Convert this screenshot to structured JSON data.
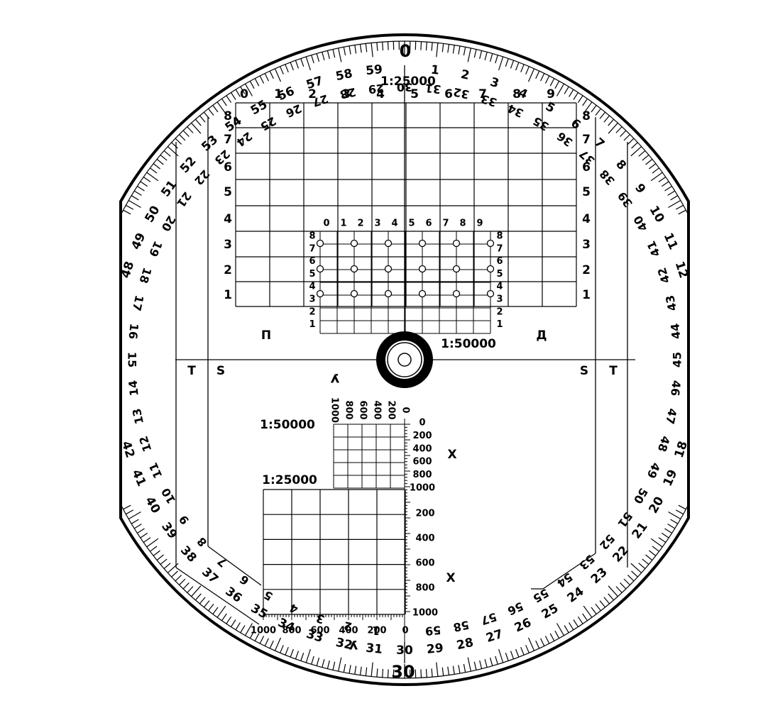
{
  "protractor": {
    "outer_ring_labels": [
      "0",
      "1",
      "2",
      "3",
      "4",
      "5",
      "6",
      "7",
      "8",
      "9",
      "10",
      "11",
      "12",
      "13",
      "14",
      "15",
      "16",
      "17",
      "18",
      "19",
      "20",
      "21",
      "22",
      "23",
      "24",
      "25",
      "26",
      "27",
      "28",
      "29",
      "30",
      "31",
      "32",
      "33",
      "34",
      "35",
      "36",
      "37",
      "38",
      "39",
      "40",
      "41",
      "42",
      "43",
      "44",
      "45",
      "46",
      "47",
      "48",
      "49",
      "50",
      "51",
      "52",
      "53",
      "54",
      "55",
      "56",
      "57",
      "58",
      "59"
    ],
    "inner_ring_labels": [
      "30",
      "31",
      "32",
      "33",
      "34",
      "35",
      "36",
      "37",
      "38",
      "39",
      "40",
      "41",
      "42",
      "43",
      "44",
      "45",
      "46",
      "47",
      "48",
      "49",
      "50",
      "51",
      "52",
      "53",
      "54",
      "55",
      "56",
      "57",
      "58",
      "59",
      "0",
      "1",
      "2",
      "3",
      "4",
      "5",
      "6",
      "7",
      "8",
      "9",
      "10",
      "11",
      "12",
      "13",
      "14",
      "15",
      "16",
      "17",
      "18",
      "19",
      "20",
      "21",
      "22",
      "23",
      "24",
      "25",
      "26",
      "27",
      "28",
      "29"
    ],
    "top_zero": "0",
    "bottom_thirty": "30"
  },
  "upper_grid": {
    "scale": "1:25000",
    "col_labels": [
      "0",
      "1",
      "2",
      "3",
      "4",
      "5",
      "6",
      "7",
      "8",
      "9"
    ],
    "row_labels": [
      "8",
      "7",
      "6",
      "5",
      "4",
      "3",
      "2",
      "1"
    ]
  },
  "inner_grid": {
    "col_labels": [
      "0",
      "1",
      "2",
      "3",
      "4",
      "5",
      "6",
      "7",
      "8",
      "9"
    ],
    "left_labels": [
      "8",
      "7",
      "6",
      "5",
      "4",
      "3",
      "2",
      "1"
    ],
    "right_labels": [
      "8",
      "7",
      "6",
      "5",
      "4",
      "3",
      "2",
      "1"
    ],
    "scale": "1:50000"
  },
  "markers": {
    "left_letter": "П",
    "right_letter": "Д",
    "y_letter": "У",
    "s_label": "S",
    "t_label": "T"
  },
  "lower_scales": {
    "small_scale": "1:50000",
    "small_y_labels": [
      "1000",
      "800",
      "600",
      "400",
      "200",
      "0"
    ],
    "small_x_labels": [
      "0",
      "200",
      "400",
      "600",
      "800",
      "1000"
    ],
    "large_scale": "1:25000",
    "large_x_labels": [
      "200",
      "400",
      "600",
      "800",
      "1000"
    ],
    "large_y_labels": [
      "1000",
      "800",
      "600",
      "400",
      "200",
      "0"
    ],
    "x_axis": "X",
    "y_axis": "У"
  }
}
